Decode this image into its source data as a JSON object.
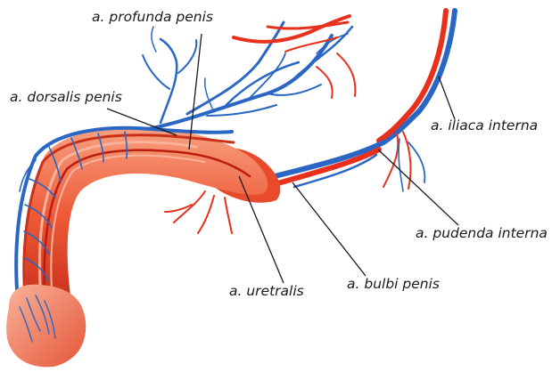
{
  "labels": {
    "profunda": "a. profunda penis",
    "dorsalis": "a. dorsalis penis",
    "iliaca": "a. iliaca interna",
    "pudenda": "a. pudenda interna",
    "bulbi": "a. bulbi penis",
    "uretralis": "a. uretralis"
  },
  "colors": {
    "artery": "#e8301c",
    "artery_dark": "#b81d10",
    "vein": "#2a66c4",
    "vein_light": "#5b8fe0",
    "tissue": "#f06a48",
    "tissue_light": "#f7a080",
    "leader": "#1a1a1a"
  }
}
